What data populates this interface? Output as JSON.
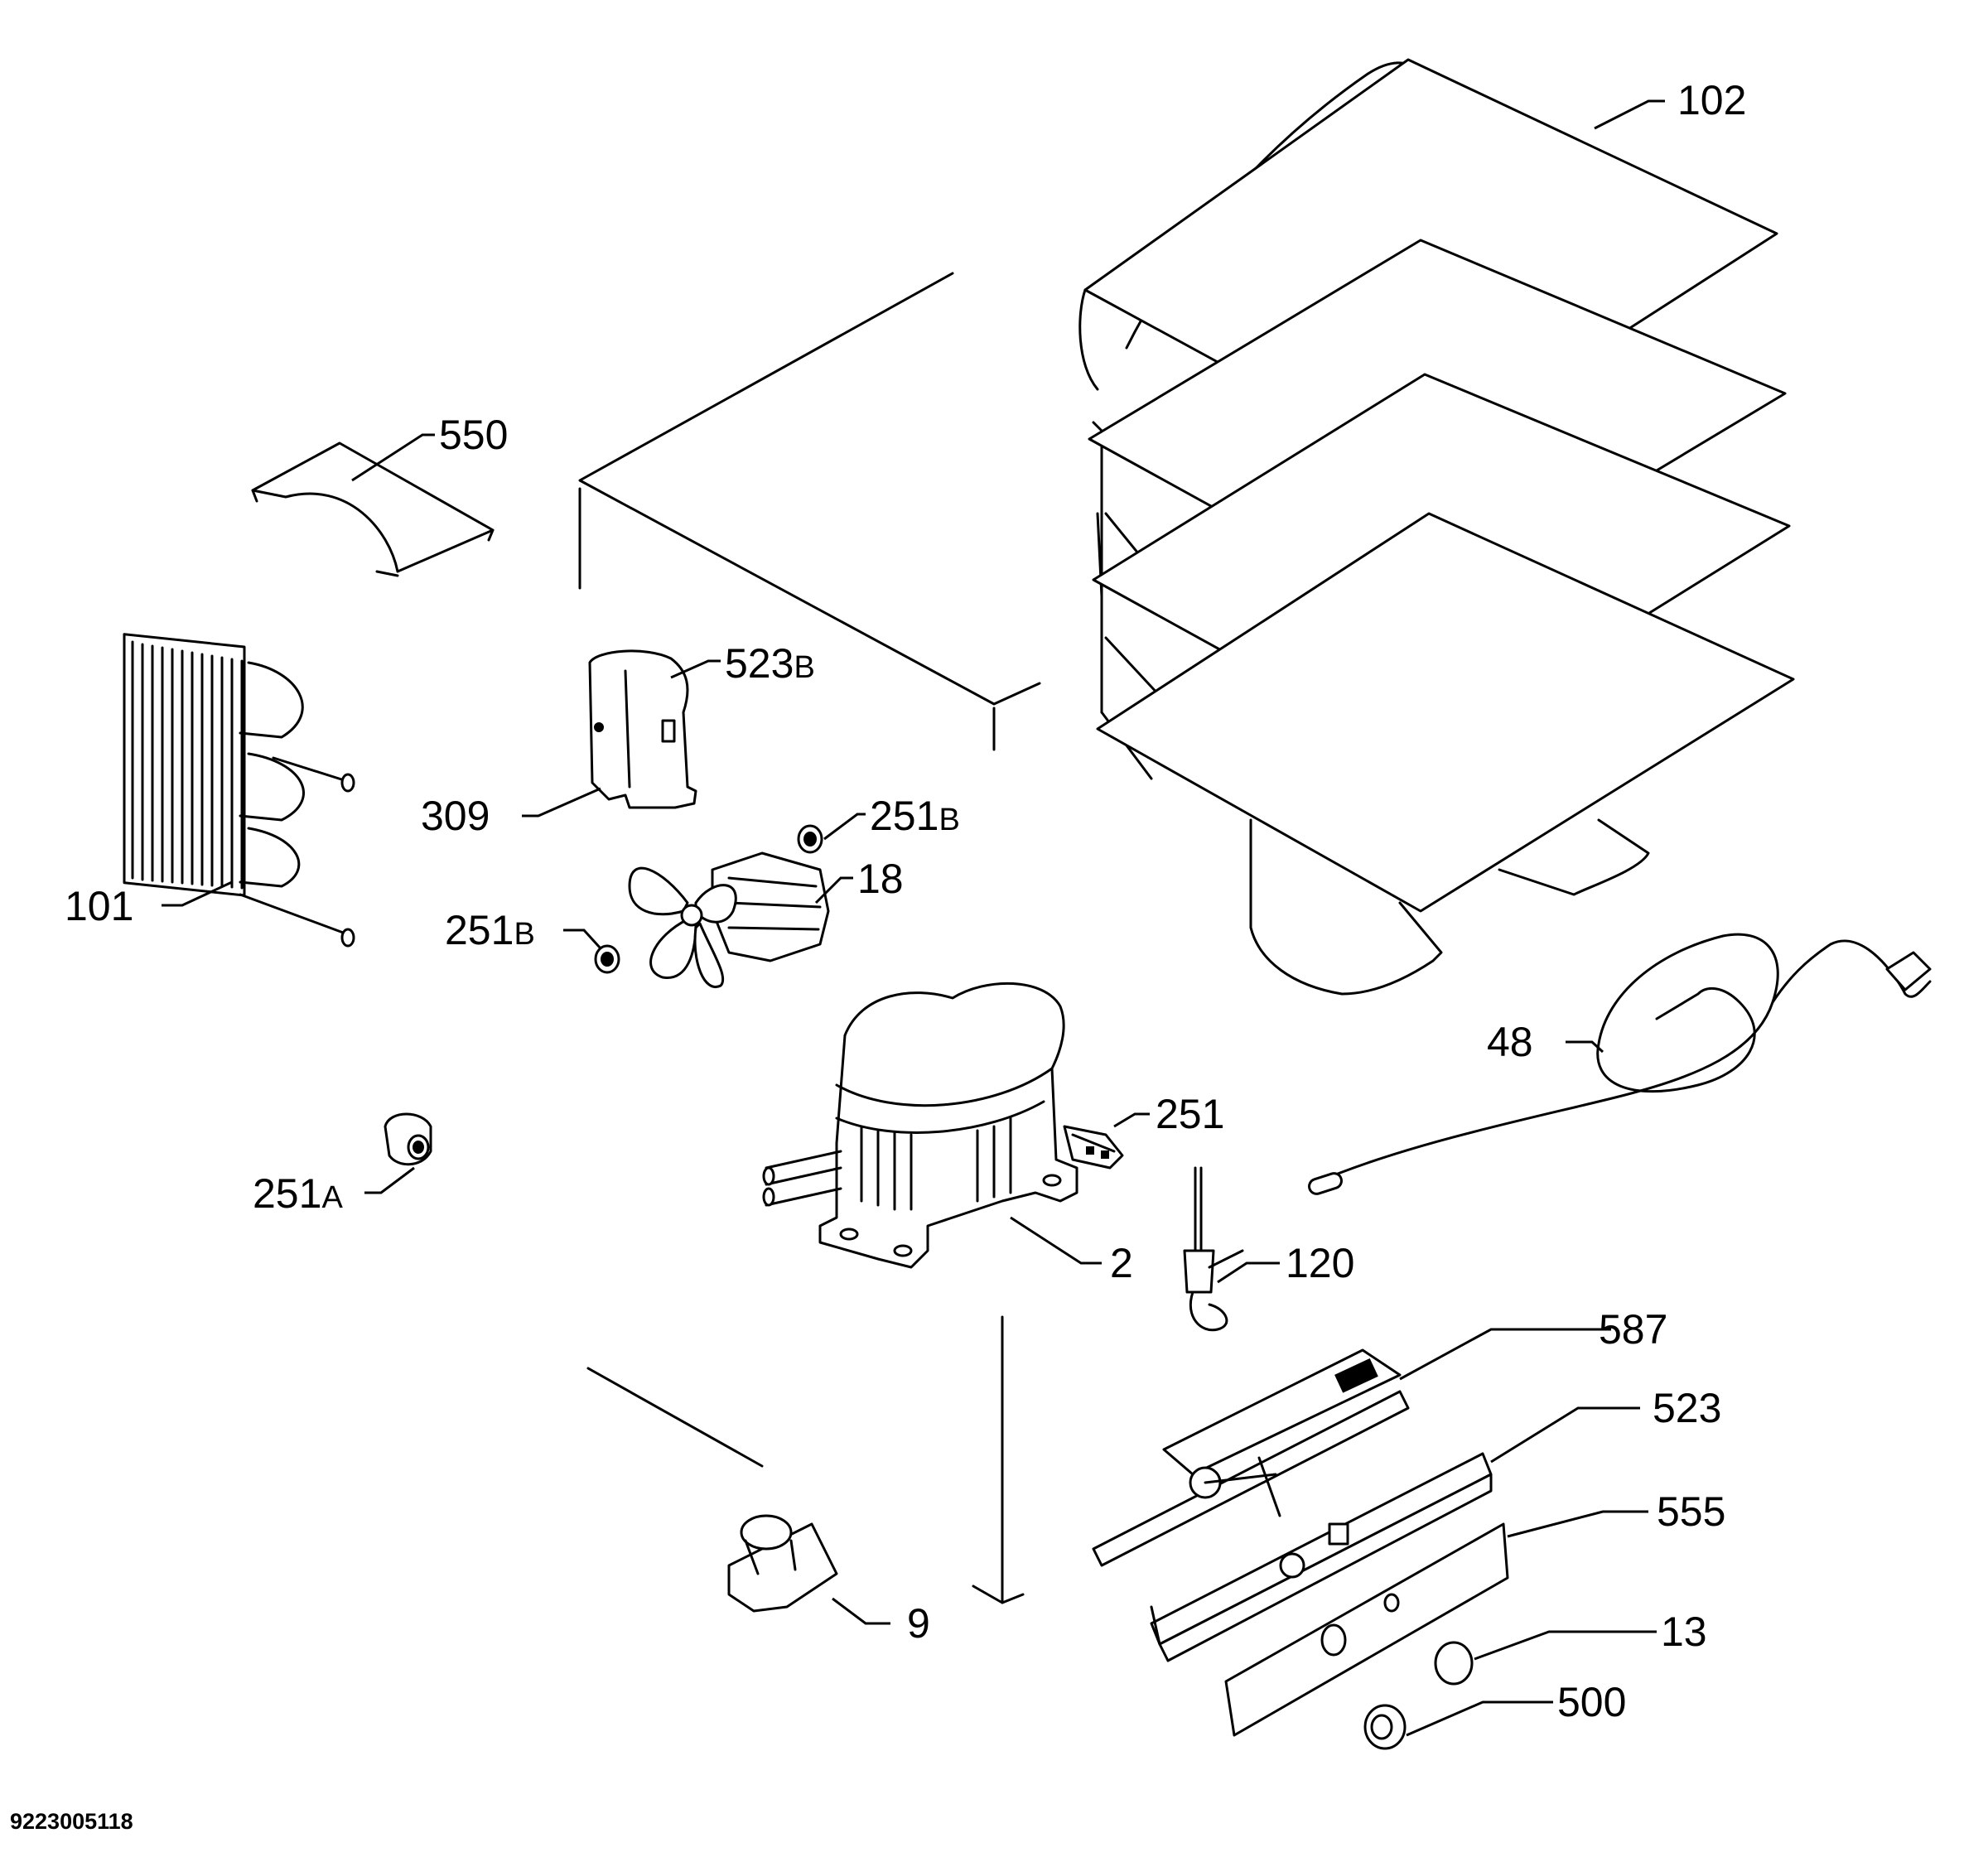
{
  "labels": {
    "l102": "102",
    "l550": "550",
    "l523b": "523",
    "l523b_suffix": "B",
    "l309": "309",
    "l251b_1": "251",
    "l251b_1_suffix": "B",
    "l18": "18",
    "l101": "101",
    "l251b_2": "251",
    "l251b_2_suffix": "B",
    "l48": "48",
    "l251": "251",
    "l251a": "251",
    "l251a_suffix": "A",
    "l2": "2",
    "l120": "120",
    "l587": "587",
    "l523": "523",
    "l555": "555",
    "l9": "9",
    "l13": "13",
    "l500": "500"
  },
  "document_number": "9223005118"
}
